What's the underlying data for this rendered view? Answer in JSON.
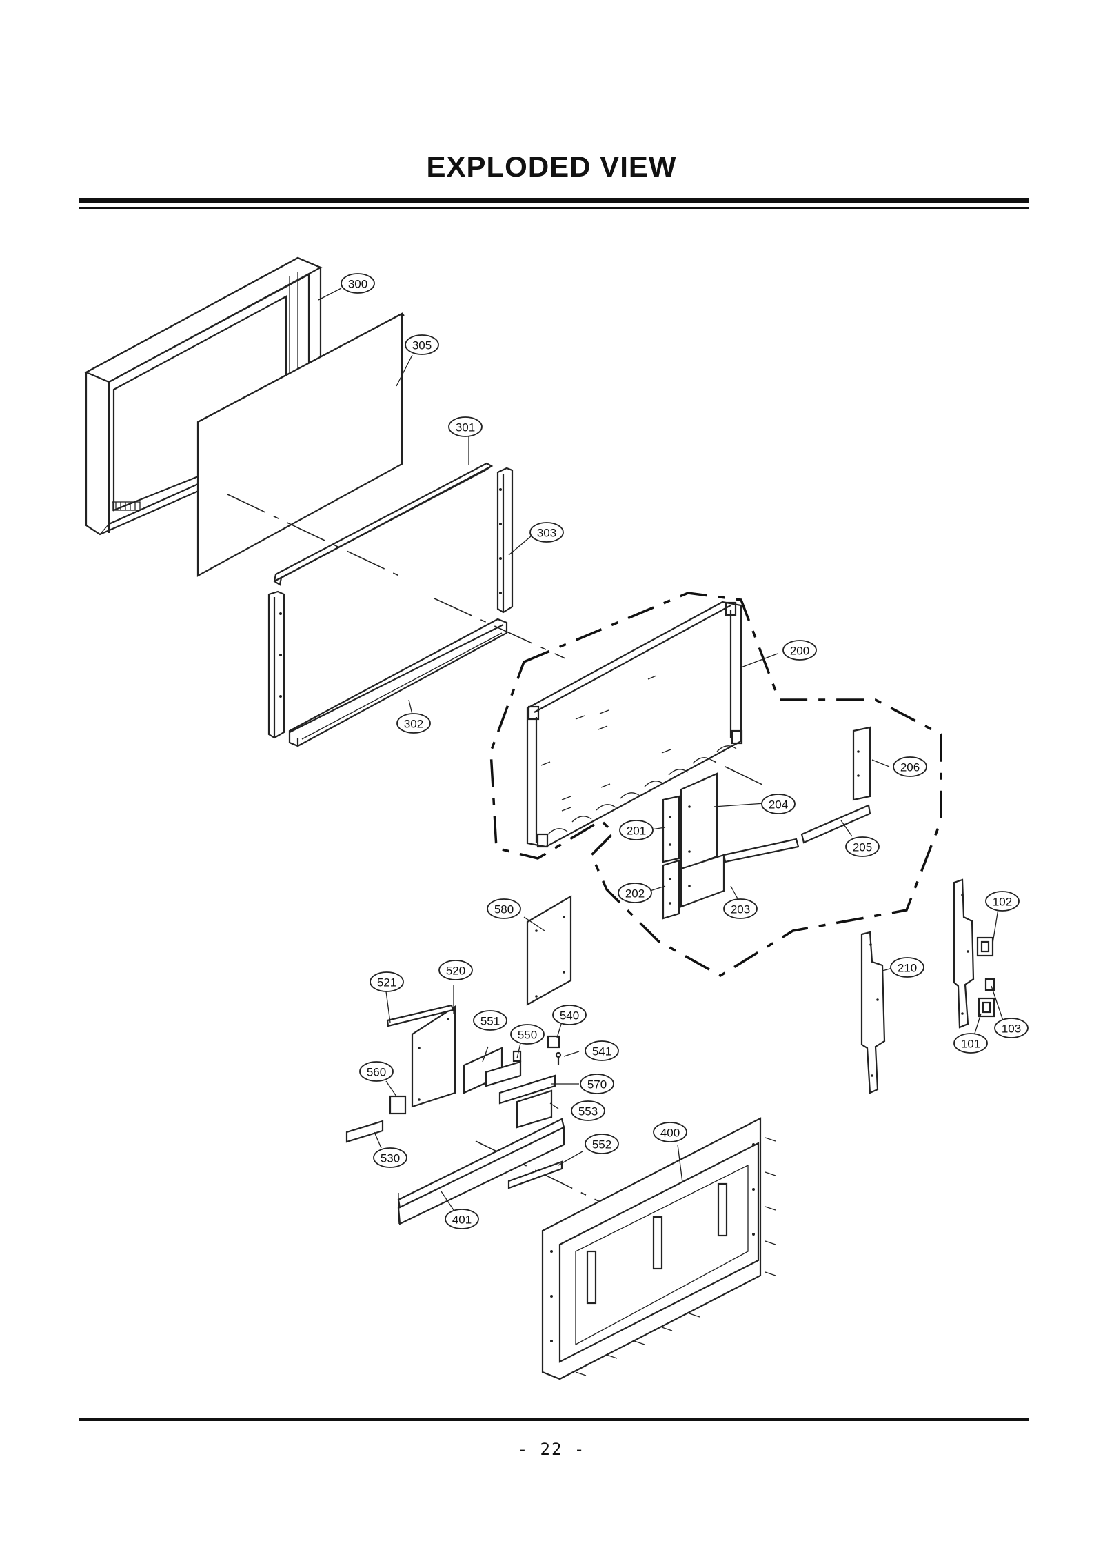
{
  "page": {
    "title": "EXPLODED VIEW",
    "page_number": "- 22 -"
  },
  "callouts": [
    {
      "id": "c300",
      "label": "300"
    },
    {
      "id": "c305",
      "label": "305"
    },
    {
      "id": "c301",
      "label": "301"
    },
    {
      "id": "c303",
      "label": "303"
    },
    {
      "id": "c302",
      "label": "302"
    },
    {
      "id": "c200",
      "label": "200"
    },
    {
      "id": "c206",
      "label": "206"
    },
    {
      "id": "c204",
      "label": "204"
    },
    {
      "id": "c201",
      "label": "201"
    },
    {
      "id": "c205",
      "label": "205"
    },
    {
      "id": "c202",
      "label": "202"
    },
    {
      "id": "c203",
      "label": "203"
    },
    {
      "id": "c102",
      "label": "102"
    },
    {
      "id": "c210",
      "label": "210"
    },
    {
      "id": "c103",
      "label": "103"
    },
    {
      "id": "c101",
      "label": "101"
    },
    {
      "id": "c580",
      "label": "580"
    },
    {
      "id": "c520",
      "label": "520"
    },
    {
      "id": "c521",
      "label": "521"
    },
    {
      "id": "c540",
      "label": "540"
    },
    {
      "id": "c551",
      "label": "551"
    },
    {
      "id": "c550",
      "label": "550"
    },
    {
      "id": "c541",
      "label": "541"
    },
    {
      "id": "c560",
      "label": "560"
    },
    {
      "id": "c570",
      "label": "570"
    },
    {
      "id": "c553",
      "label": "553"
    },
    {
      "id": "c530",
      "label": "530"
    },
    {
      "id": "c552",
      "label": "552"
    },
    {
      "id": "c400",
      "label": "400"
    },
    {
      "id": "c401",
      "label": "401"
    }
  ]
}
